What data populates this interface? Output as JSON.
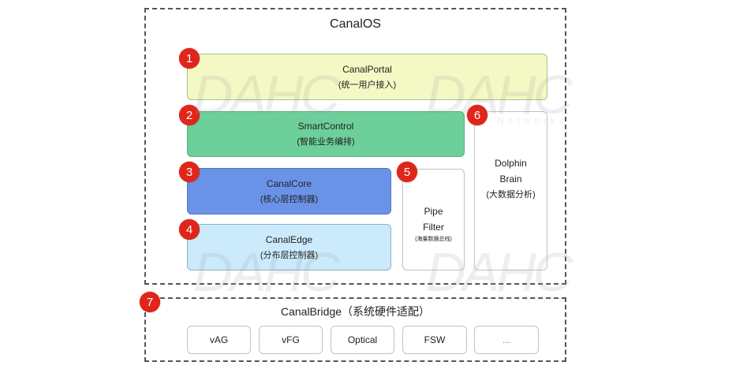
{
  "title": "CanalOS",
  "modules": [
    {
      "badge": "1",
      "name": "CanalPortal",
      "desc": "(统一用户接入)",
      "color": "#f4f8c4"
    },
    {
      "badge": "2",
      "name": "SmartControl",
      "desc": "(智能业务编排)",
      "color": "#6dcf9a"
    },
    {
      "badge": "3",
      "name": "CanalCore",
      "desc": "(核心层控制器)",
      "color": "#6a93e8"
    },
    {
      "badge": "4",
      "name": "CanalEdge",
      "desc": "(分布层控制器)",
      "color": "#cbeafb"
    },
    {
      "badge": "5",
      "name_line1": "Pipe",
      "name_line2": "Filter",
      "desc": "(海量数据总线)"
    },
    {
      "badge": "6",
      "name_line1": "Dolphin",
      "name_line2": "Brain",
      "desc": "(大数据分析)"
    }
  ],
  "bridge": {
    "badge": "7",
    "title": "CanalBridge（系统硬件适配）",
    "items": [
      "vAG",
      "vFG",
      "Optical",
      "FSW",
      "..."
    ]
  },
  "watermark": {
    "logo": "DAHC",
    "sub": "Networks"
  },
  "badge_color": "#e0261b"
}
